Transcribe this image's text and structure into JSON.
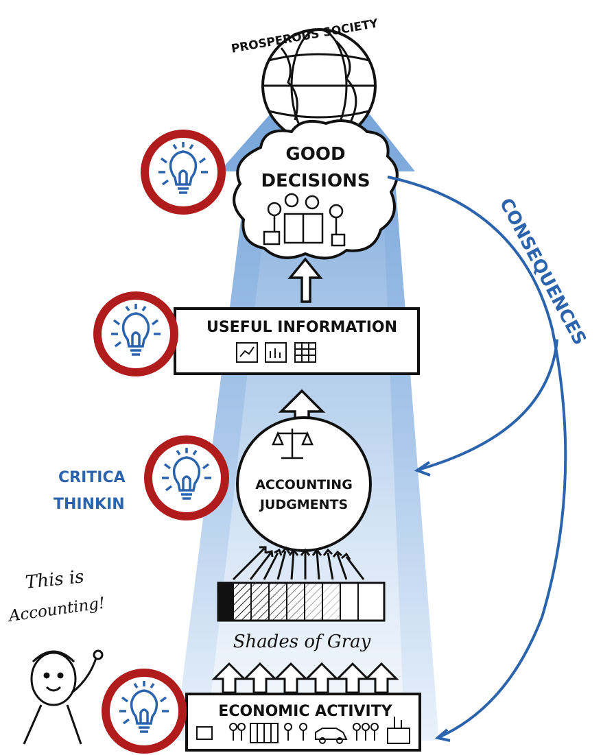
{
  "diagram": {
    "top_label": "PROSPEROUS SOCIETY",
    "nodes": {
      "good_decisions": {
        "line1": "GOOD",
        "line2": "DECISIONS"
      },
      "useful_information": {
        "label": "USEFUL  INFORMATION"
      },
      "accounting_judgments": {
        "line1": "ACCOUNTING",
        "line2": "JUDGMENTS"
      },
      "shades_of_gray": {
        "label": "Shades of Gray"
      },
      "economic_activity": {
        "label": "ECONOMIC  ACTIVITY"
      }
    },
    "side_labels": {
      "consequences": "CONSEQUENCES",
      "critical_line1": "CRITICA",
      "critical_line2": "THINKIN"
    },
    "speech": {
      "line1": "This is",
      "line2": "Accounting!"
    },
    "colors": {
      "highlight_ring": "#b01c1c",
      "arrow_blue": "#8fb6e0",
      "ink_blue": "#2b64ad",
      "ink_black": "#111111"
    },
    "icons": [
      "globe-icon",
      "lightbulb-icon",
      "scale-icon",
      "chart-icon",
      "factory-icon",
      "people-icon",
      "car-icon"
    ]
  }
}
